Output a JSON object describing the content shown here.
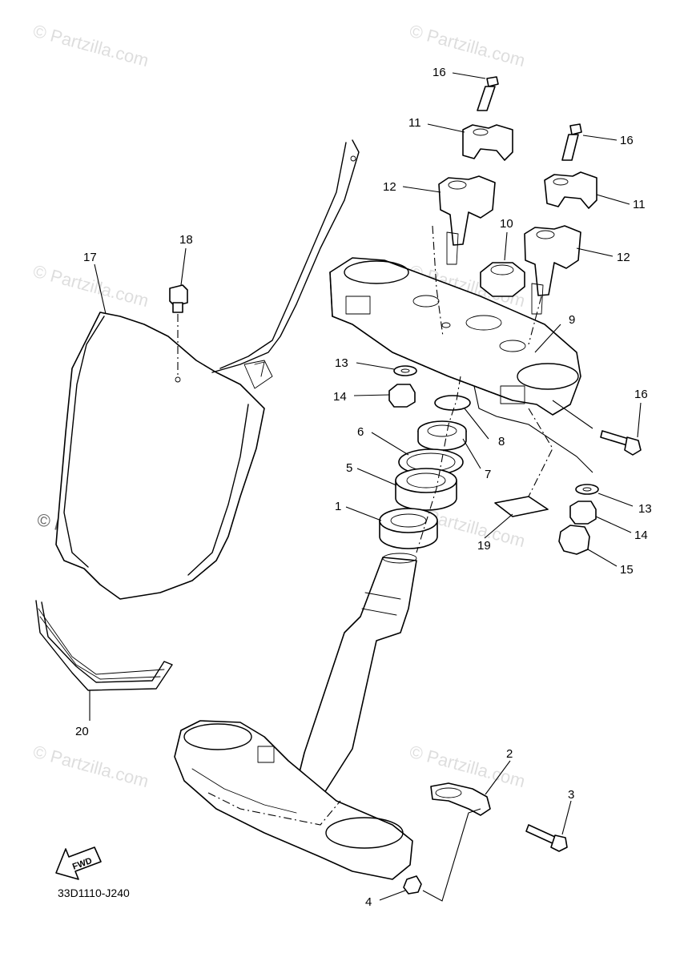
{
  "diagram": {
    "code": "33D1110-J240",
    "fwd_label": "FWD",
    "watermark": "© Partzilla.com"
  },
  "callouts": {
    "c1": "1",
    "c2": "2",
    "c3": "3",
    "c4": "4",
    "c5": "5",
    "c6": "6",
    "c7": "7",
    "c8": "8",
    "c9": "9",
    "c10": "10",
    "c11a": "11",
    "c11b": "11",
    "c12a": "12",
    "c12b": "12",
    "c13a": "13",
    "c13b": "13",
    "c14a": "14",
    "c14b": "14",
    "c15": "15",
    "c16a": "16",
    "c16b": "16",
    "c16c": "16",
    "c17": "17",
    "c18": "18",
    "c19": "19",
    "c20": "20"
  }
}
